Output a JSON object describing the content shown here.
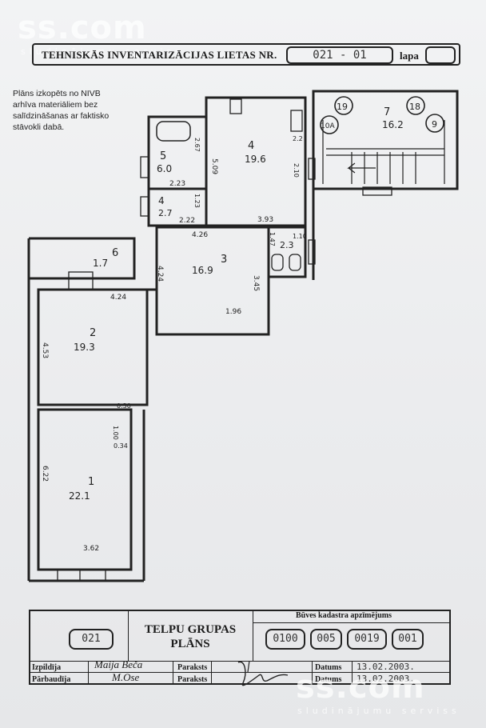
{
  "watermark": {
    "brand": "ss.com",
    "tagline": "sludinājumu serviss"
  },
  "header": {
    "title": "TEHNISKĀS INVENTARIZĀCIJAS LIETAS NR.",
    "case_number": "021 - 01",
    "page_label": "lapa",
    "page_number": ""
  },
  "note": {
    "lines": [
      "Plāns izkopēts no NIVB",
      "arhīva materiāliem bez",
      "salīdzināšanas ar faktisko",
      "stāvokli dabā."
    ]
  },
  "rooms": [
    {
      "no": "1",
      "area": "22.1"
    },
    {
      "no": "2",
      "area": "19.3"
    },
    {
      "no": "3",
      "area": "16.9"
    },
    {
      "no": "4",
      "area": "19.6"
    },
    {
      "no": "4",
      "area": "2.7"
    },
    {
      "no": "5",
      "area": "6.0"
    },
    {
      "no": "6",
      "area": "1.7"
    },
    {
      "no": "7",
      "area": "16.2"
    },
    {
      "no": "",
      "area": "2.3"
    }
  ],
  "stair_marks": [
    "19",
    "18",
    "10A",
    "9"
  ],
  "dimensions": [
    "2.23",
    "2.22",
    "3.93",
    "4.26",
    "4.24",
    "1.96",
    "3.45",
    "4.53",
    "6.22",
    "3.62",
    "5.09",
    "2.67",
    "1.23",
    "2.10",
    "1.10",
    "1.47",
    "1.00",
    "0.30",
    "0.34",
    "2.2",
    "4.24"
  ],
  "title_block": {
    "group_code": "021",
    "title_line1": "TELPU GRUPAS",
    "title_line2": "PLĀNS",
    "cadastre_label": "Būves kadastra apzīmējums",
    "cadastre_parts": [
      "0100",
      "005",
      "0019",
      "001"
    ],
    "executed_label": "Izpildīja",
    "executed_by": "Maija Beča",
    "checked_label": "Pārbaudīja",
    "checked_by": "M.Ose",
    "signature_label_1": "Paraksts",
    "signature_label_2": "Paraksts",
    "date_label_1": "Datums",
    "date_label_2": "Datums",
    "date_1": "13.02.2003.",
    "date_2": "13.02.2003."
  }
}
